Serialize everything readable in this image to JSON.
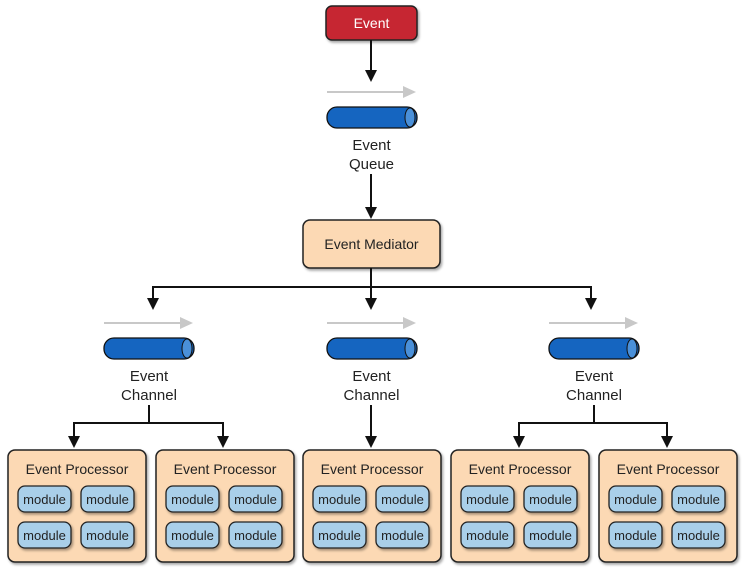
{
  "event": {
    "label": "Event"
  },
  "queue": {
    "line1": "Event",
    "line2": "Queue"
  },
  "mediator": {
    "label": "Event Mediator"
  },
  "channels": [
    {
      "line1": "Event",
      "line2": "Channel"
    },
    {
      "line1": "Event",
      "line2": "Channel"
    },
    {
      "line1": "Event",
      "line2": "Channel"
    }
  ],
  "processors": [
    {
      "title": "Event Processor",
      "modules": [
        "module",
        "module",
        "module",
        "module"
      ]
    },
    {
      "title": "Event Processor",
      "modules": [
        "module",
        "module",
        "module",
        "module"
      ]
    },
    {
      "title": "Event Processor",
      "modules": [
        "module",
        "module",
        "module",
        "module"
      ]
    },
    {
      "title": "Event Processor",
      "modules": [
        "module",
        "module",
        "module",
        "module"
      ]
    },
    {
      "title": "Event Processor",
      "modules": [
        "module",
        "module",
        "module",
        "module"
      ]
    }
  ],
  "colors": {
    "event_fill": "#c62832",
    "pipe_fill": "#1565c0",
    "pipe_cap": "#4a90d9",
    "mediator_fill": "#fcd9b4",
    "processor_fill": "#fcd9b4",
    "module_fill": "#a9cfe9",
    "flow_arrow": "#c8c8c8"
  }
}
